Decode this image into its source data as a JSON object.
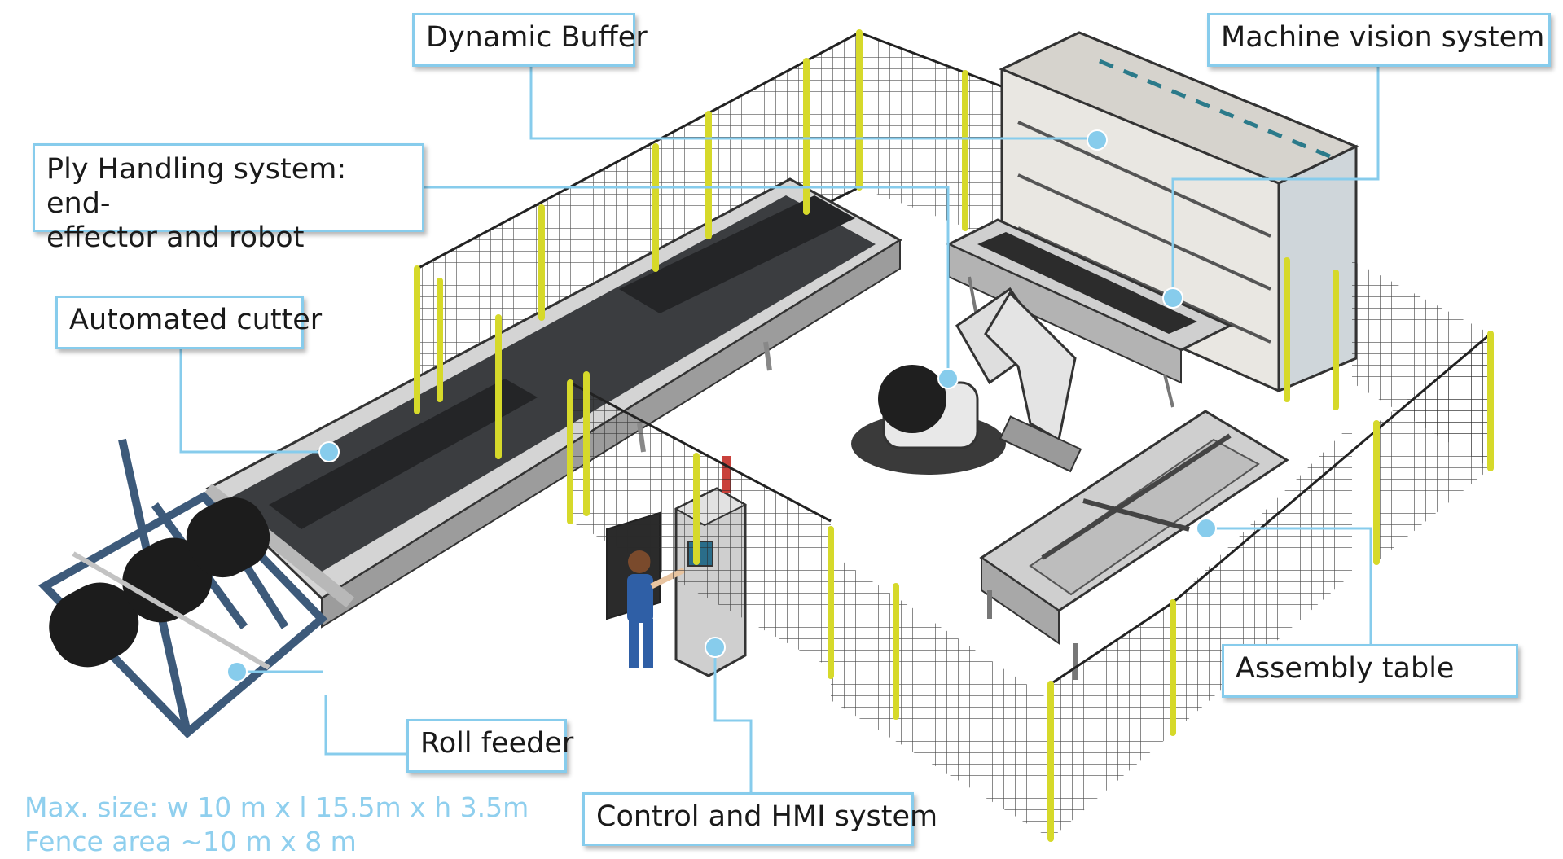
{
  "callouts": {
    "dynamic_buffer": "Dynamic Buffer",
    "machine_vision": "Machine vision system",
    "ply_handling": "Ply Handling system: end-effector and robot",
    "ply_handling_line1": "Ply Handling system: end-",
    "ply_handling_line2": "effector and robot",
    "automated_cutter": "Automated cutter",
    "roll_feeder": "Roll feeder",
    "control_hmi": "Control and HMI system",
    "assembly_table": "Assembly table"
  },
  "notes": {
    "max_size": "Max. size: w 10 m x l 15.5m x h 3.5m",
    "fence_area": "Fence area ~10 m x 8 m"
  },
  "colors": {
    "callout_border": "#87ccec",
    "leader_line": "#87ccec",
    "note_text": "#8fcfee",
    "fence_post": "#d6d92a",
    "fence_mesh": "#2a2a2a",
    "cutter_bed": "#3b3d40",
    "frame_blue": "#3d5a7a"
  }
}
